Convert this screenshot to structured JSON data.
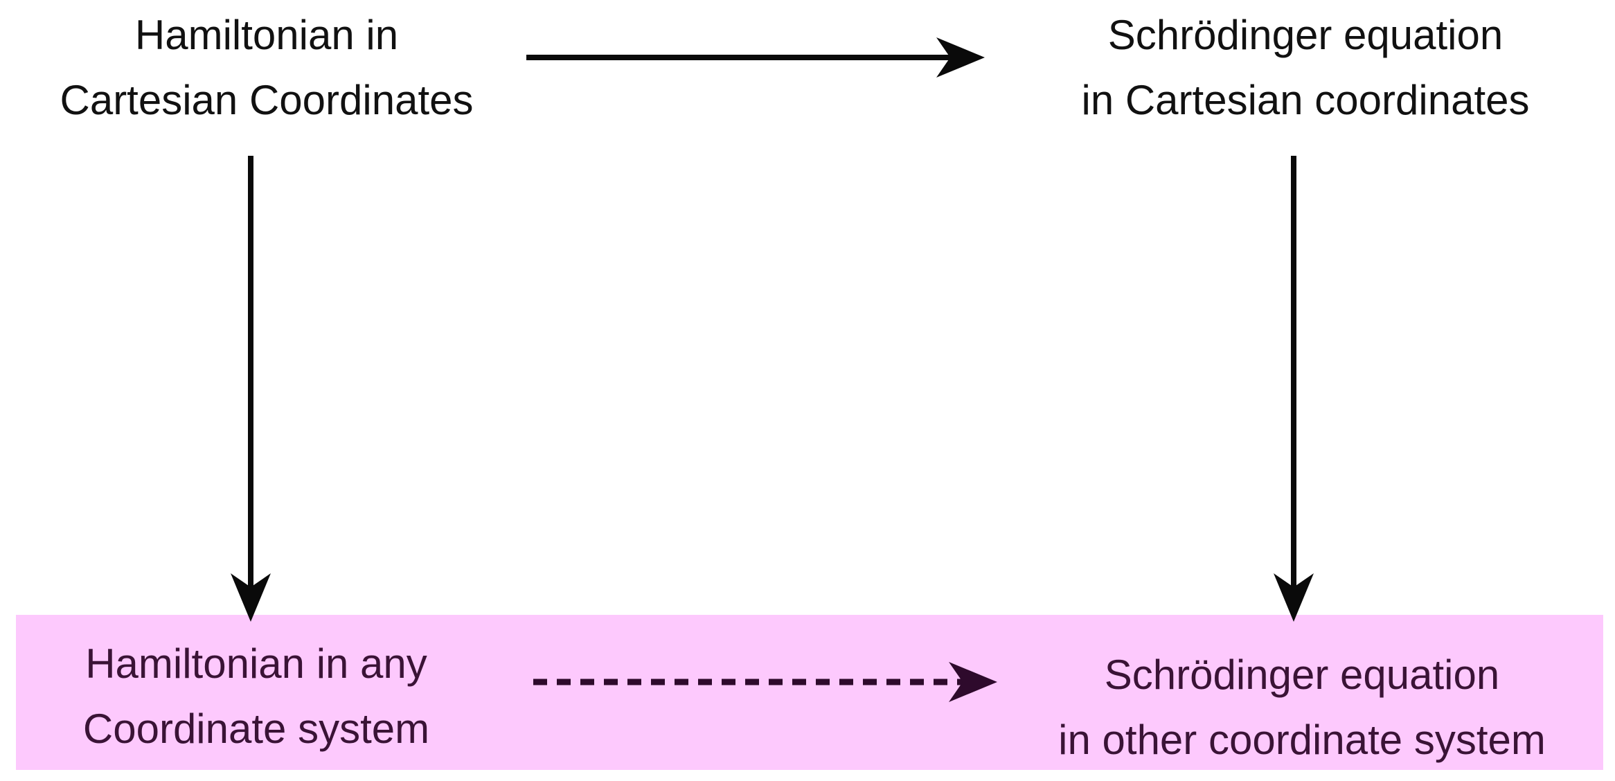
{
  "colors": {
    "background": "#ffffff",
    "band": "#fdc9fd",
    "text_top": "#111111",
    "text_bottom": "#3a1336",
    "arrow_solid": "#0a0a0a",
    "arrow_dashed": "#2e0a2c"
  },
  "nodes": {
    "top_left": {
      "line1": "Hamiltonian in",
      "line2": "Cartesian Coordinates"
    },
    "top_right": {
      "line1": "Schrödinger equation",
      "line2": "in Cartesian coordinates"
    },
    "bottom_left": {
      "line1": "Hamiltonian in any",
      "line2": "Coordinate system"
    },
    "bottom_right": {
      "line1": "Schrödinger equation",
      "line2": "in other coordinate system"
    }
  },
  "edges": [
    {
      "from": "top_left",
      "to": "top_right",
      "style": "solid"
    },
    {
      "from": "top_left",
      "to": "bottom_left",
      "style": "solid"
    },
    {
      "from": "top_right",
      "to": "bottom_right",
      "style": "solid"
    },
    {
      "from": "bottom_left",
      "to": "bottom_right",
      "style": "dashed"
    }
  ]
}
